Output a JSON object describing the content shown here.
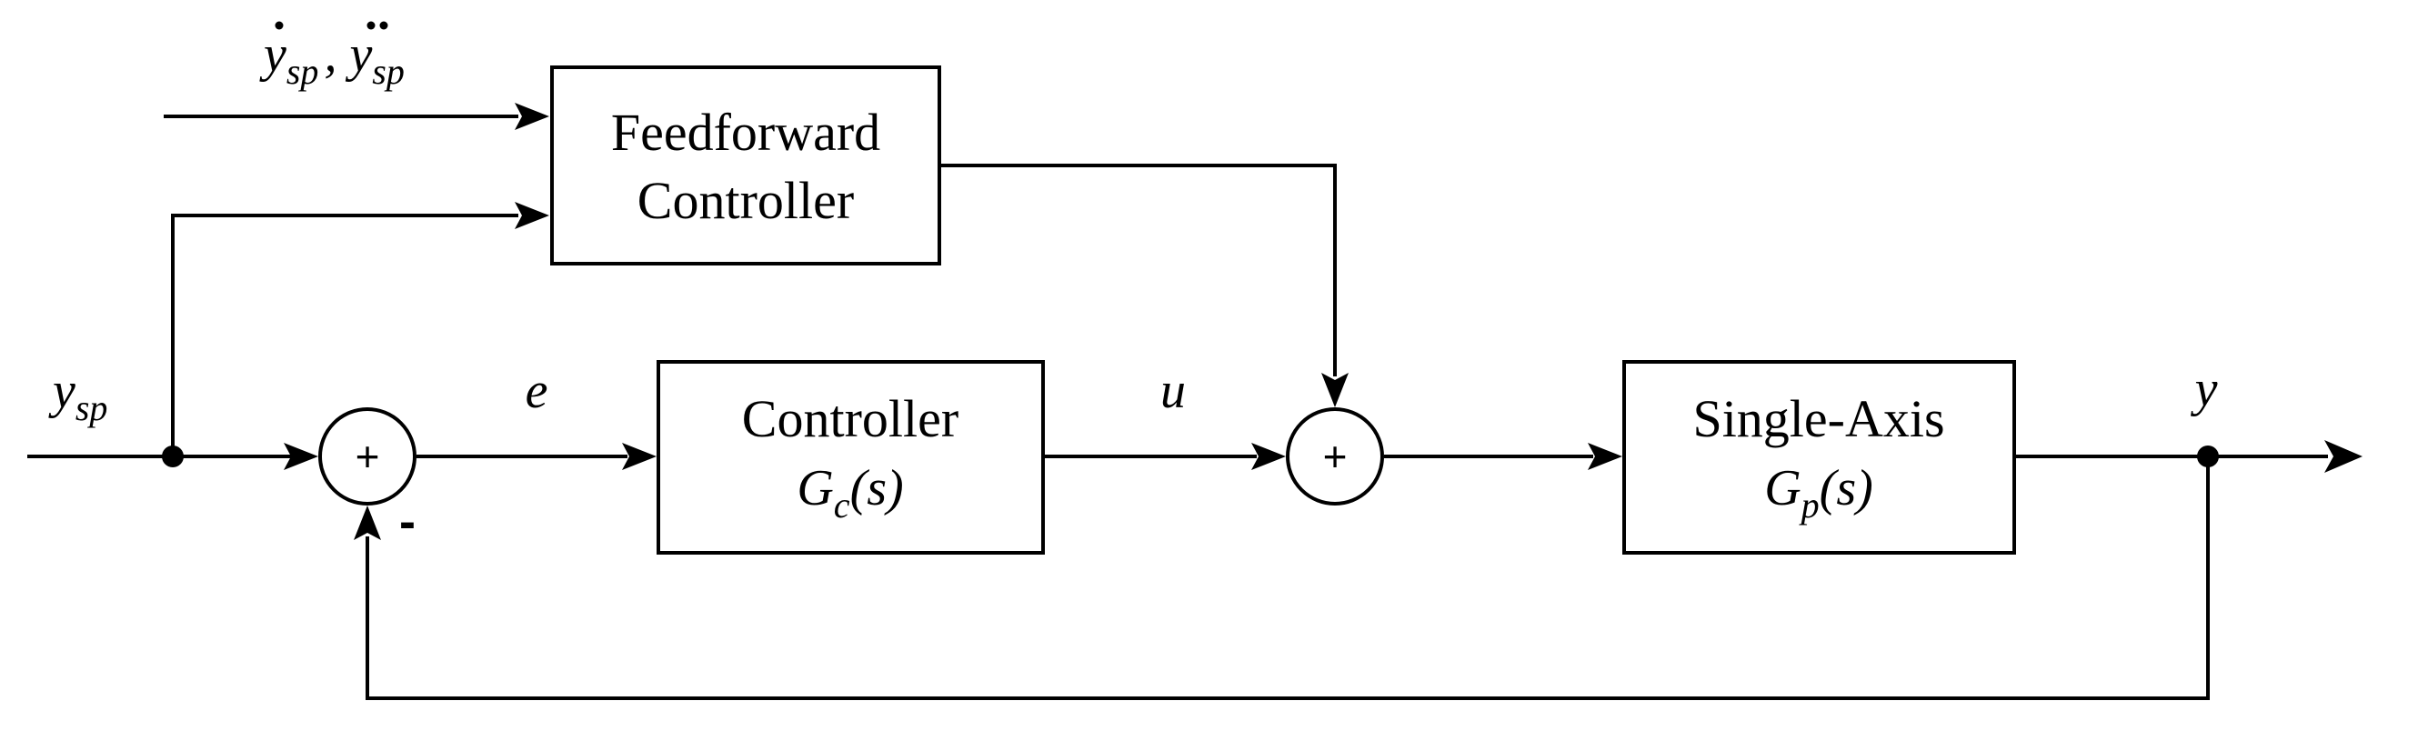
{
  "blocks": {
    "feedforward": {
      "line1": "Feedforward",
      "line2": "Controller"
    },
    "controller": {
      "line1": "Controller",
      "tf_main": "G",
      "tf_sub": "c",
      "tf_arg": "(s)"
    },
    "plant": {
      "line1": "Single-Axis",
      "tf_main": "G",
      "tf_sub": "p",
      "tf_arg": "(s)"
    }
  },
  "signals": {
    "setpoint": {
      "main": "y",
      "sub": "sp"
    },
    "setpoint_derivs": {
      "main1": "y",
      "sub1": "sp",
      "sep": ",",
      "main2": "y",
      "sub2": "sp"
    },
    "error": "e",
    "control": "u",
    "output": "y"
  },
  "summing_junctions": {
    "error_sum": {
      "sign": "+",
      "feedback_sign": "-"
    },
    "feedforward_sum": {
      "sign": "+"
    }
  }
}
